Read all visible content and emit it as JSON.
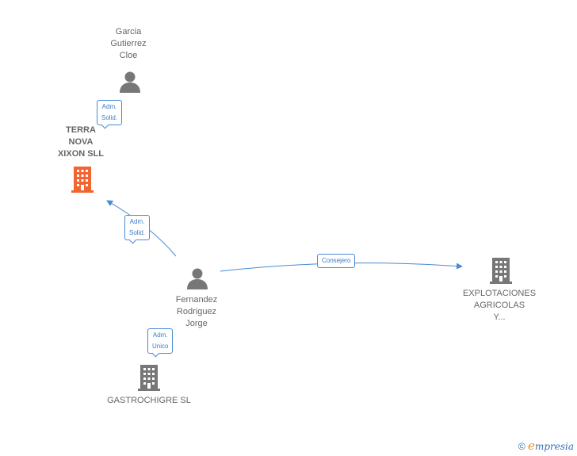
{
  "nodes": {
    "garcia": {
      "lines": [
        "Garcia",
        "Gutierrez",
        "Cloe"
      ],
      "type": "person"
    },
    "terra_nova": {
      "lines": [
        "TERRA",
        "NOVA",
        "XIXON SLL"
      ],
      "type": "company",
      "highlight": true
    },
    "fernandez": {
      "lines": [
        "Fernandez",
        "Rodriguez",
        "Jorge"
      ],
      "type": "person"
    },
    "explotaciones": {
      "lines": [
        "EXPLOTACIONES",
        "AGRICOLAS",
        "Y..."
      ],
      "type": "company"
    },
    "gastrochigre": {
      "lines": [
        "GASTROCHIGRE SL"
      ],
      "type": "company"
    }
  },
  "edges": {
    "garcia_terra": {
      "lines": [
        "Adm.",
        "Solid."
      ]
    },
    "fernandez_terra": {
      "lines": [
        "Adm.",
        "Solid."
      ]
    },
    "fernandez_explotaciones": {
      "lines": [
        "Consejero"
      ]
    },
    "fernandez_gastrochigre": {
      "lines": [
        "Adm.",
        "Unico"
      ]
    }
  },
  "colors": {
    "edge": "#4a8ad4",
    "icon_default": "#777777",
    "icon_highlight": "#f26430"
  },
  "footer": {
    "copyright": "©",
    "brand_initial": "e",
    "brand_rest": "mpresia"
  }
}
